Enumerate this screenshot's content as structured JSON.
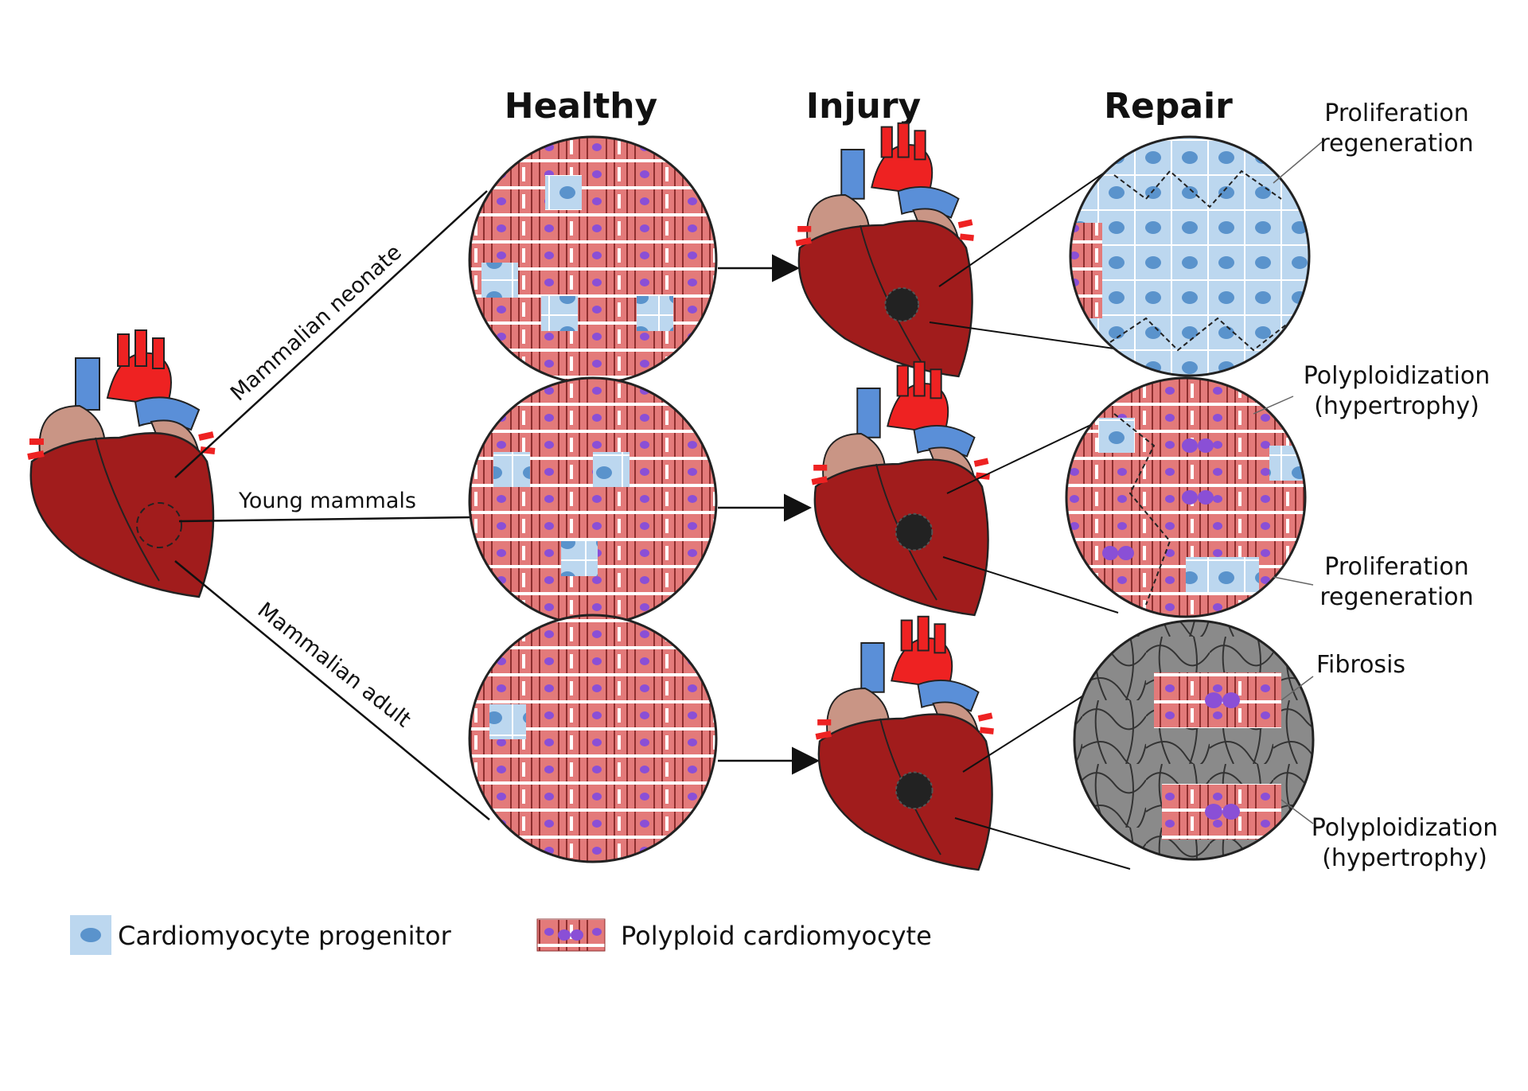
{
  "columns": {
    "healthy": "Healthy",
    "injury": "Injury",
    "repair": "Repair"
  },
  "branches": {
    "neonate": "Mammalian neonate",
    "young": "Young mammals",
    "adult": "Mammalian adult"
  },
  "outcomes": {
    "row1": {
      "line1": "Proliferation",
      "line2": "regeneration"
    },
    "row2_top": {
      "line1": "Polyploidization",
      "line2": "(hypertrophy)"
    },
    "row2_bottom": {
      "line1": "Proliferation",
      "line2": "regeneration"
    },
    "row3_top": {
      "line1": "Fibrosis"
    },
    "row3_bottom": {
      "line1": "Polyploidization",
      "line2": "(hypertrophy)"
    }
  },
  "legend": {
    "progenitor": "Cardiomyocyte progenitor",
    "polyploid": "Polyploid cardiomyocyte"
  },
  "colors": {
    "muscle": "#e37a7a",
    "muscle_line": "#8e2f2f",
    "progenitor_fill": "#bcd7ef",
    "progenitor_nucleus": "#5a93cc",
    "polyploid_nucleus": "#8a4fd6",
    "heart_dark": "#a11c1c",
    "heart_tan": "#c99585",
    "artery_red": "#ee2222",
    "vein_blue": "#5a8fd8",
    "scar": "#222222",
    "fibrosis": "#8a8a8a"
  },
  "icons": [
    "heart-icon",
    "tissue-circle-icon",
    "arrow-right-icon",
    "scar-icon"
  ]
}
